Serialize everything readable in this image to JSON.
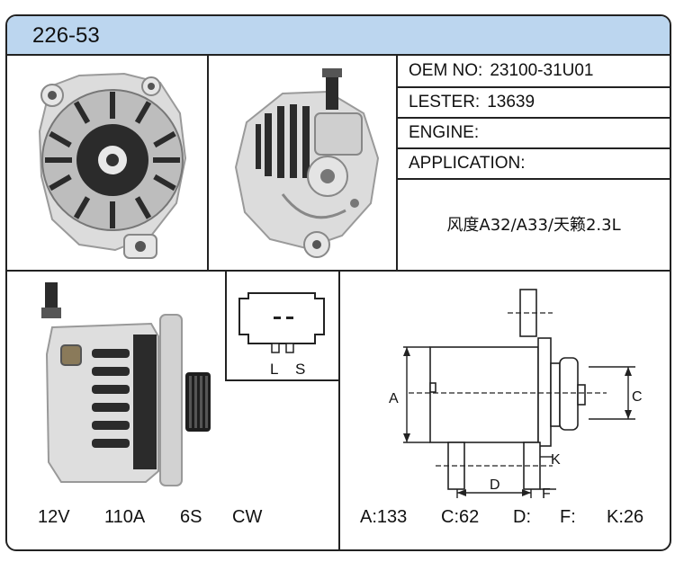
{
  "header": {
    "title": "226-53"
  },
  "specs": {
    "oem": {
      "label": "OEM NO:",
      "value": "23100-31U01"
    },
    "lester": {
      "label": "LESTER:",
      "value": "13639"
    },
    "engine": {
      "label": "ENGINE:",
      "value": ""
    },
    "application": {
      "label": "APPLICATION:",
      "value": "风度A32/A33/天籁2.3L"
    }
  },
  "connector": {
    "terminal_l": "L",
    "terminal_s": "S"
  },
  "dimension_labels": {
    "a": "A",
    "c": "C",
    "d": "D",
    "f": "F",
    "k": "K"
  },
  "electrical": {
    "voltage": "12V",
    "amperage": "110A",
    "pulley": "6S",
    "rotation": "CW"
  },
  "dimensions": {
    "a": "A:133",
    "c": "C:62",
    "d": "D:",
    "f": "F:",
    "k": "K:26"
  },
  "colors": {
    "header_bg": "#bcd6ef",
    "border": "#222222",
    "part_body": "#d9d9d9",
    "part_dark": "#2b2b2b"
  }
}
